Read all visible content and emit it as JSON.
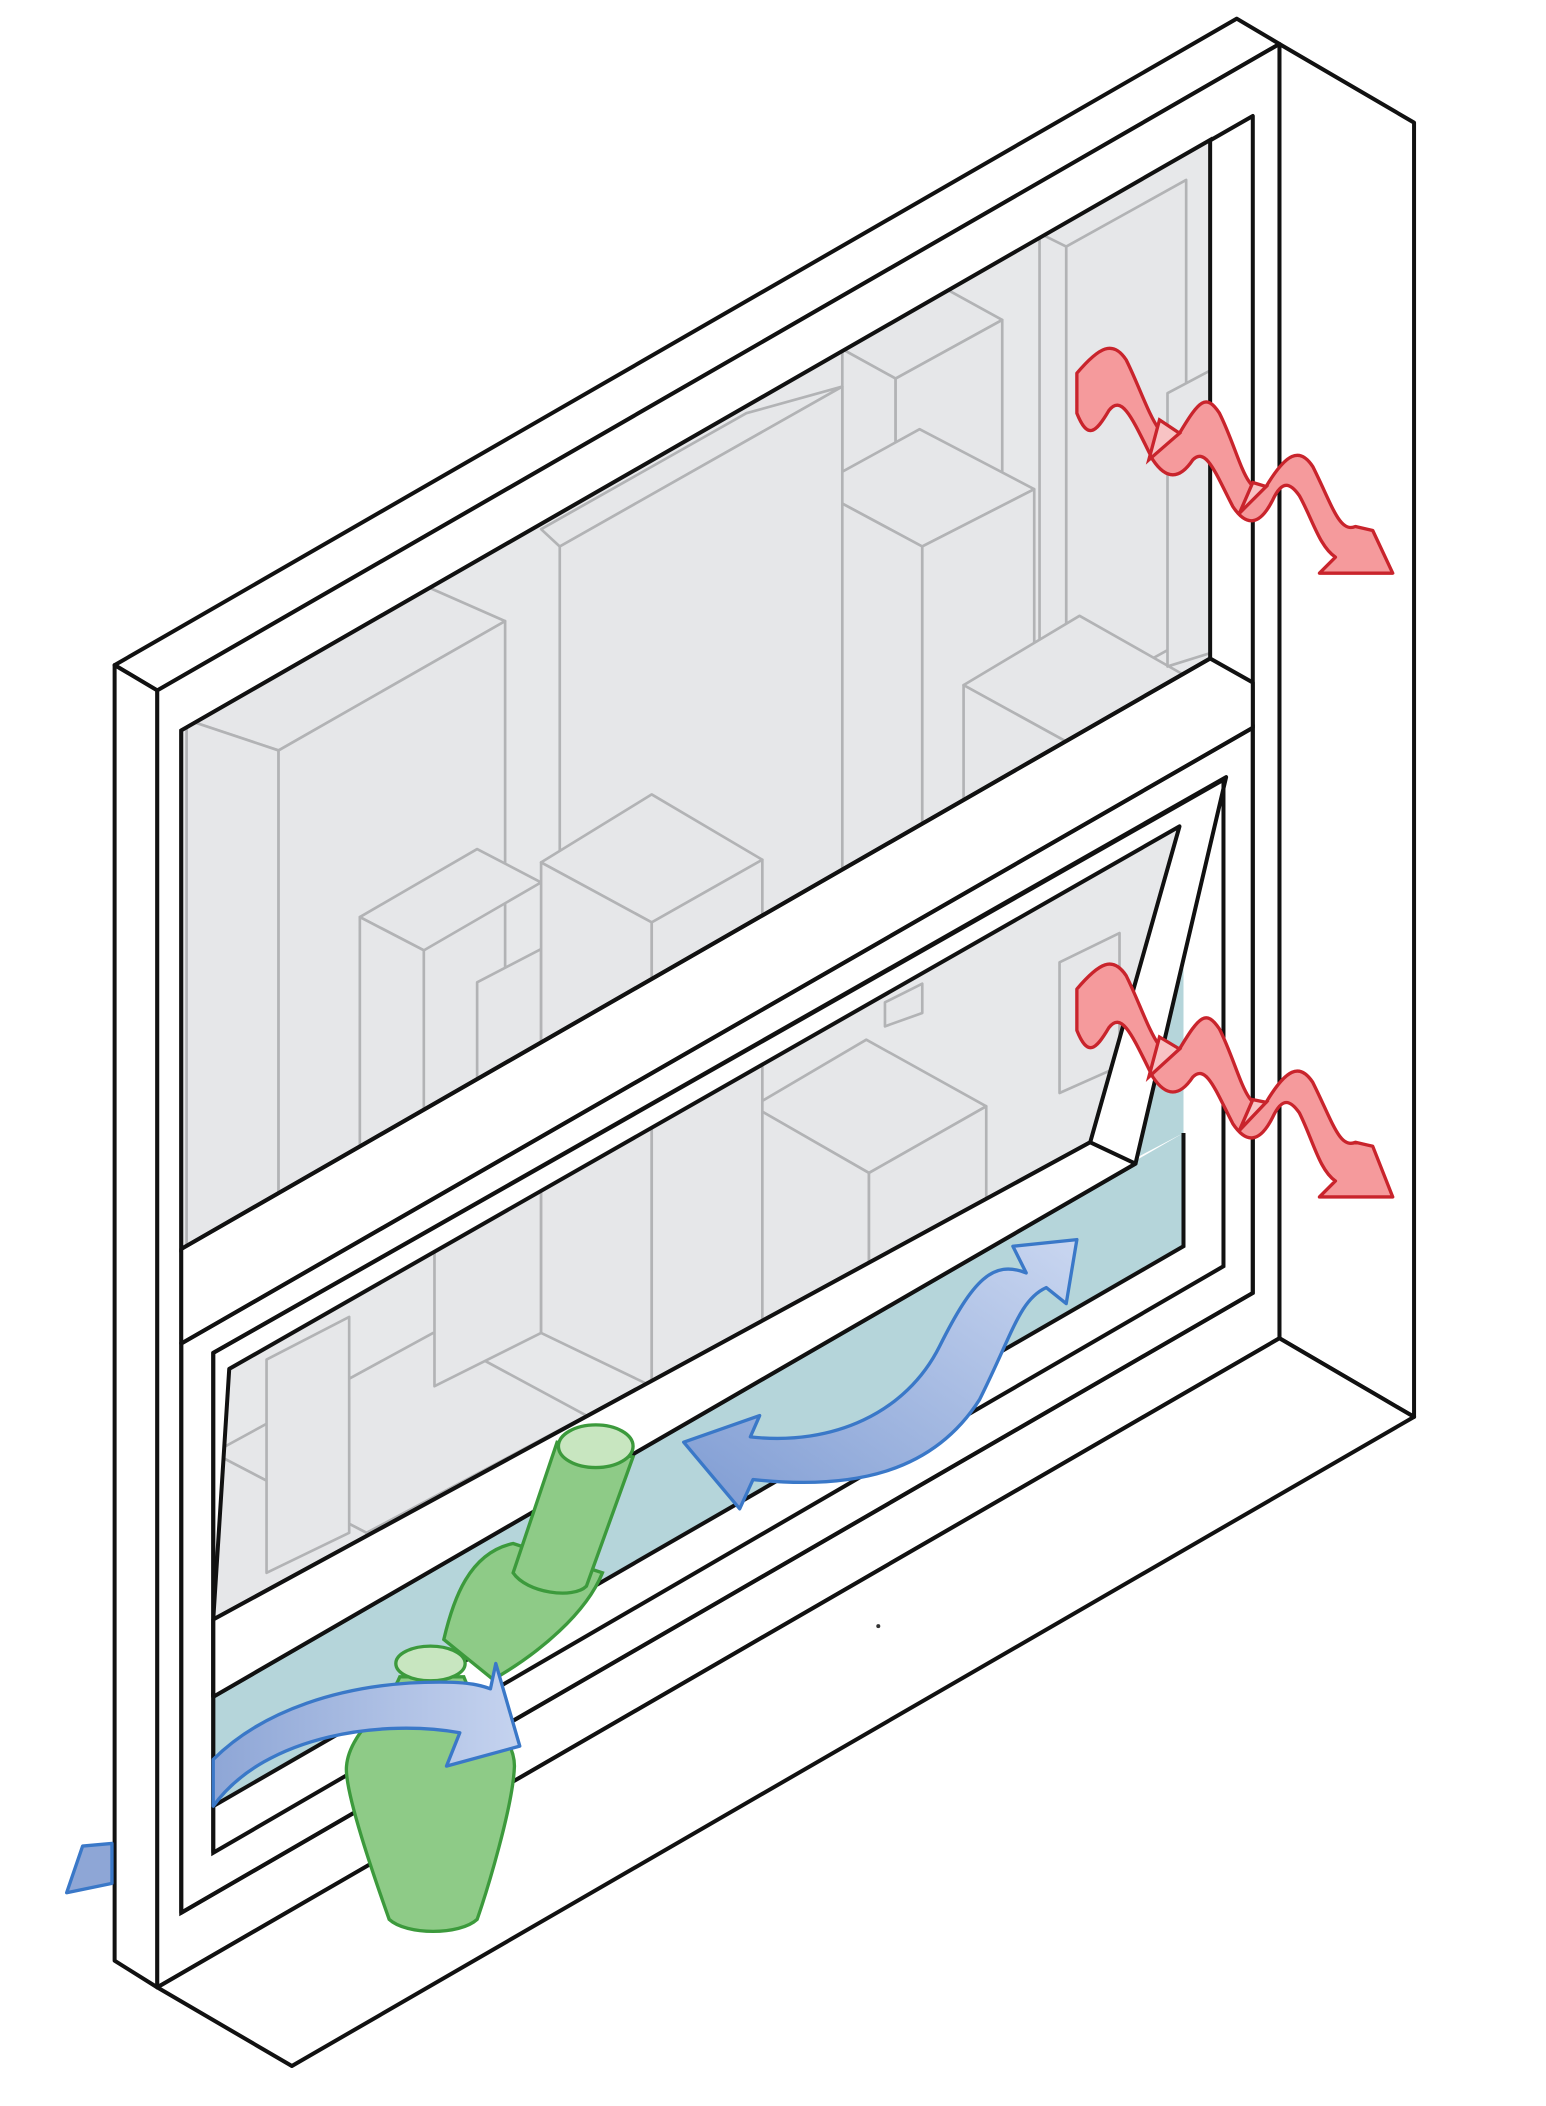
{
  "diagram": {
    "subject": "awning-window-ventilation",
    "colors": {
      "frame_stroke": "#111111",
      "frame_fill": "#ffffff",
      "glass_tint": "#e7e8ea",
      "building_stroke": "#b2b3b5",
      "opening_tint": "#b5d5da",
      "heat_fill": "#f59a9c",
      "heat_stroke": "#c9242c",
      "airflow_fill_light": "#c5d3ef",
      "airflow_fill_dark": "#8ea6d6",
      "airflow_stroke": "#3a78c8",
      "vase_fill": "#8ecb87",
      "vase_stroke": "#3c9a3c"
    },
    "icons": [
      "heat-wave-arrow",
      "heat-wave-arrow",
      "airflow-arrow",
      "airflow-arrow",
      "airflow-arrow",
      "vase",
      "vase"
    ]
  }
}
